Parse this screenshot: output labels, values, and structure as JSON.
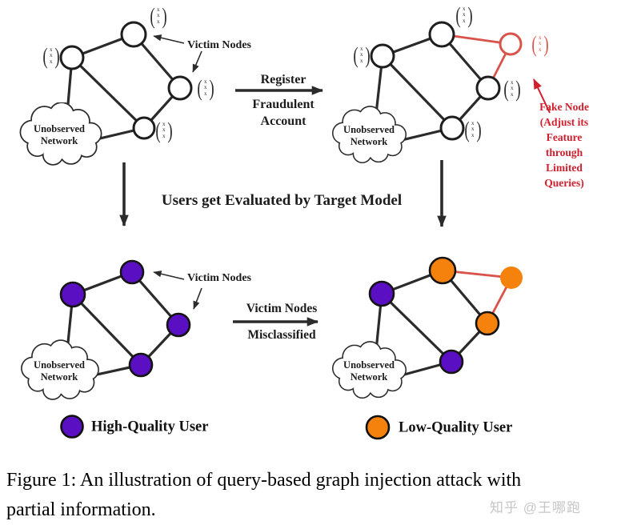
{
  "labels": {
    "victim_nodes": "Victim Nodes",
    "cloud": "Unobserved\nNetwork",
    "register": "Register",
    "fraudulent_account": "Fraudulent\nAccount",
    "evaluated": "Users get Evaluated by Target Model",
    "misclassified_top": "Victim Nodes",
    "misclassified_bottom": "Misclassified",
    "fake_node": "Fake Node\n(Adjust its Feature\nthrough Limited\nQueries)"
  },
  "vector": {
    "open": "(",
    "entries": "x\nx\nx",
    "close": ")"
  },
  "legend": {
    "high_quality": "High-Quality User",
    "low_quality": "Low-Quality User"
  },
  "caption": "Figure 1: An illustration of query-based graph injection attack with\npartial information.",
  "watermark": "知乎 @王哪跑",
  "colors": {
    "node_purple": "#5A10C2",
    "node_orange": "#F5820C",
    "fake_red": "#D9534B",
    "red_text": "#D0202E",
    "ink": "#2B2B2B"
  }
}
